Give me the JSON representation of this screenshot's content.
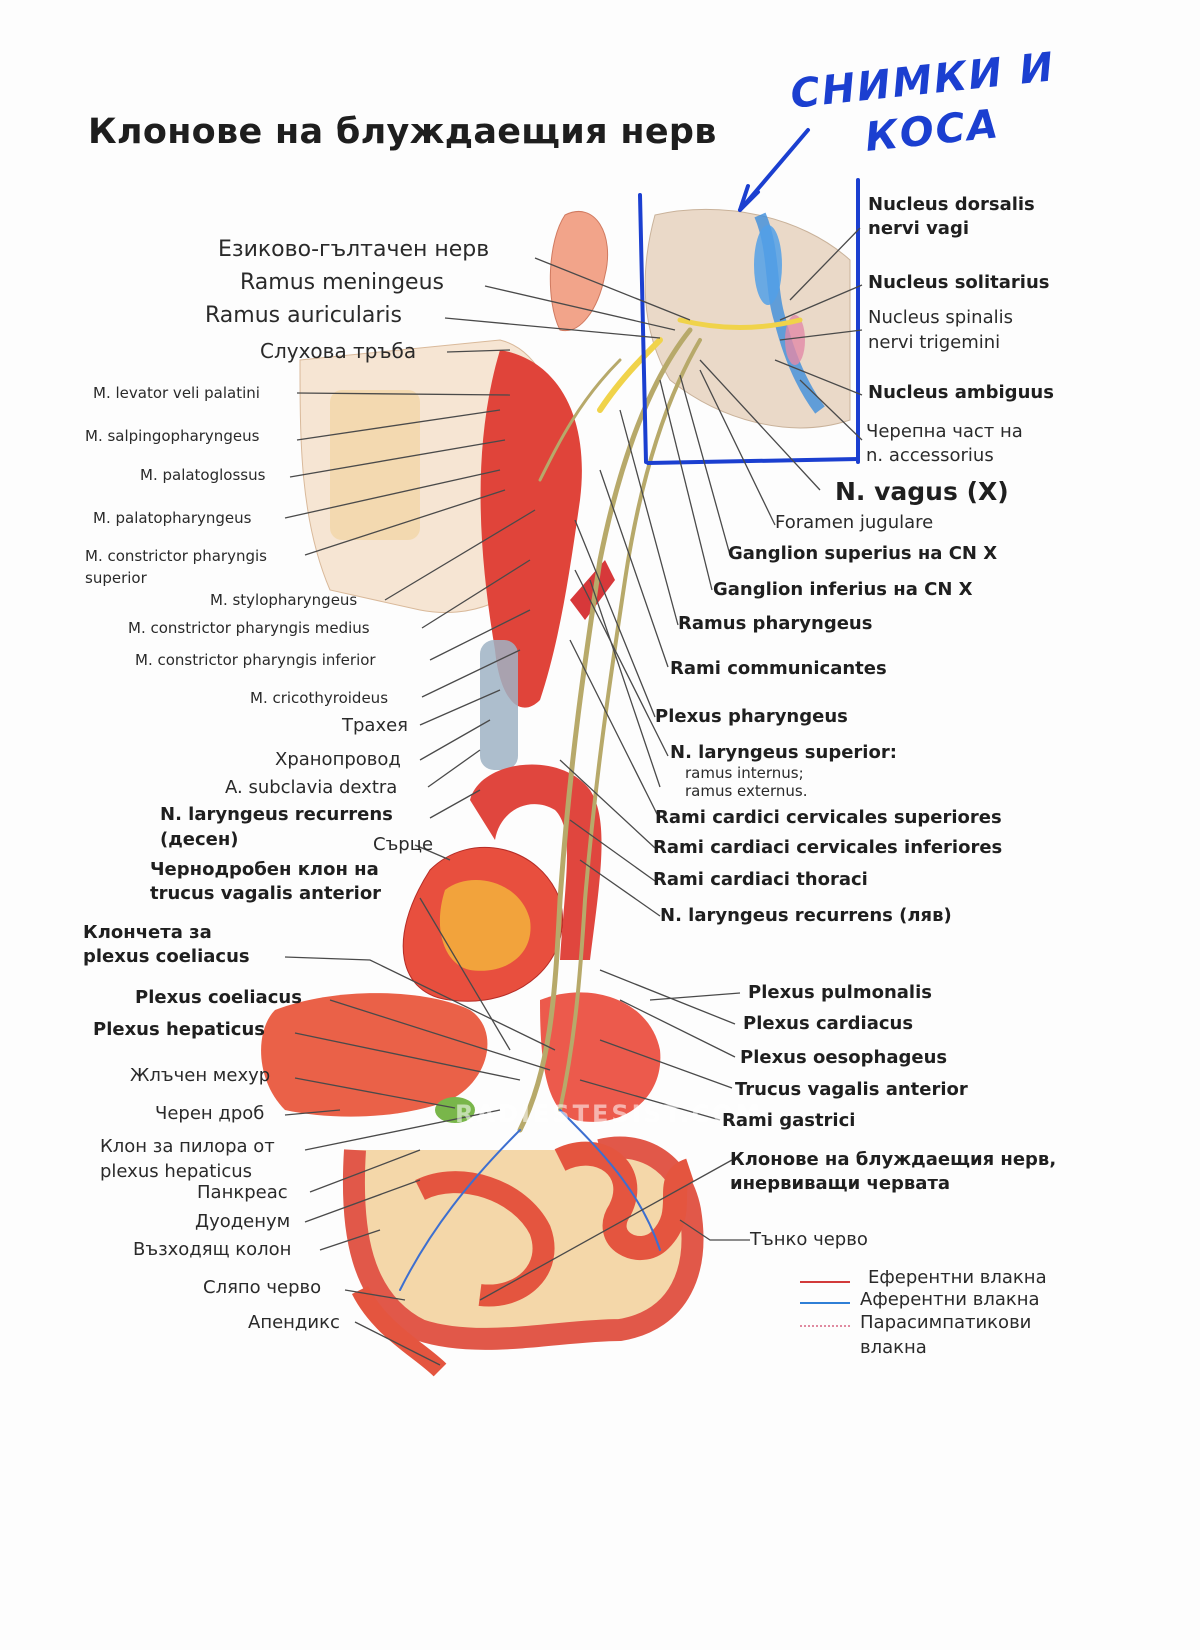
{
  "title": "Клонове на блуждаещия нерв",
  "annotation": {
    "line1": "СНИМКИ И",
    "line2": "КОСА",
    "color": "#1b3fd0"
  },
  "watermark": "RADIESTESIST.COM",
  "labels_left": [
    "Езиково-гълтачен нерв",
    "Ramus meningeus",
    "Ramus auricularis",
    "Слухова тръба",
    "M. levator veli palatini",
    "M. salpingopharyngeus",
    "M. palatoglossus",
    "M. palatopharyngeus",
    "M. constrictor pharyngis",
    "superior",
    "M. stylopharyngeus",
    "M. constrictor pharyngis medius",
    "M. constrictor pharyngis inferior",
    "M. cricothyroideus",
    "Трахея",
    "Хранопровод",
    "A. subclavia dextra",
    "N. laryngeus recurrens",
    "(десен)",
    "Сърце",
    "Чернодробен клон на",
    "trucus vagalis anterior",
    "Клончета за",
    "plexus coeliacus",
    "Plexus coeliacus",
    "Plexus hepaticus",
    "Жлъчен мехур",
    "Черен дроб",
    "Клон за пилора от",
    "plexus hepaticus",
    "Панкреас",
    "Дуоденум",
    "Възходящ колон",
    "Сляпо черво",
    "Апендикс"
  ],
  "labels_right": [
    "Nucleus dorsalis",
    "nervi vagi",
    "Nucleus solitarius",
    "Nucleus spinalis",
    "nervi trigemini",
    "Nucleus ambiguus",
    "Черепна част на",
    "n. accessorius",
    "N. vagus (X)",
    "Foramen jugulare",
    "Ganglion superius на CN X",
    "Ganglion inferius на CN X",
    "Ramus pharyngeus",
    "Rami communicantes",
    "Plexus pharyngeus",
    "N. laryngeus superior:",
    "ramus internus;",
    "ramus externus.",
    "Rami cardici cervicales superiores",
    "Rami cardiaci cervicales inferiores",
    "Rami cardiaci thoraci",
    "N. laryngeus recurrens (ляв)",
    "Plexus pulmonalis",
    "Plexus cardiacus",
    "Plexus oesophageus",
    "Trucus vagalis anterior",
    "Rami gastrici",
    "Клонове на блуждаещия нерв,",
    "инервиващи червата",
    "Тънко черво"
  ],
  "legend": [
    {
      "label": "Еферентни влакна",
      "color": "#d23a3a"
    },
    {
      "label": "Аферентни влакна",
      "color": "#2f7fd6"
    },
    {
      "label": "Парасимпатикови",
      "color": "#e08aa0"
    },
    {
      "label": "влакна",
      "color": ""
    }
  ]
}
